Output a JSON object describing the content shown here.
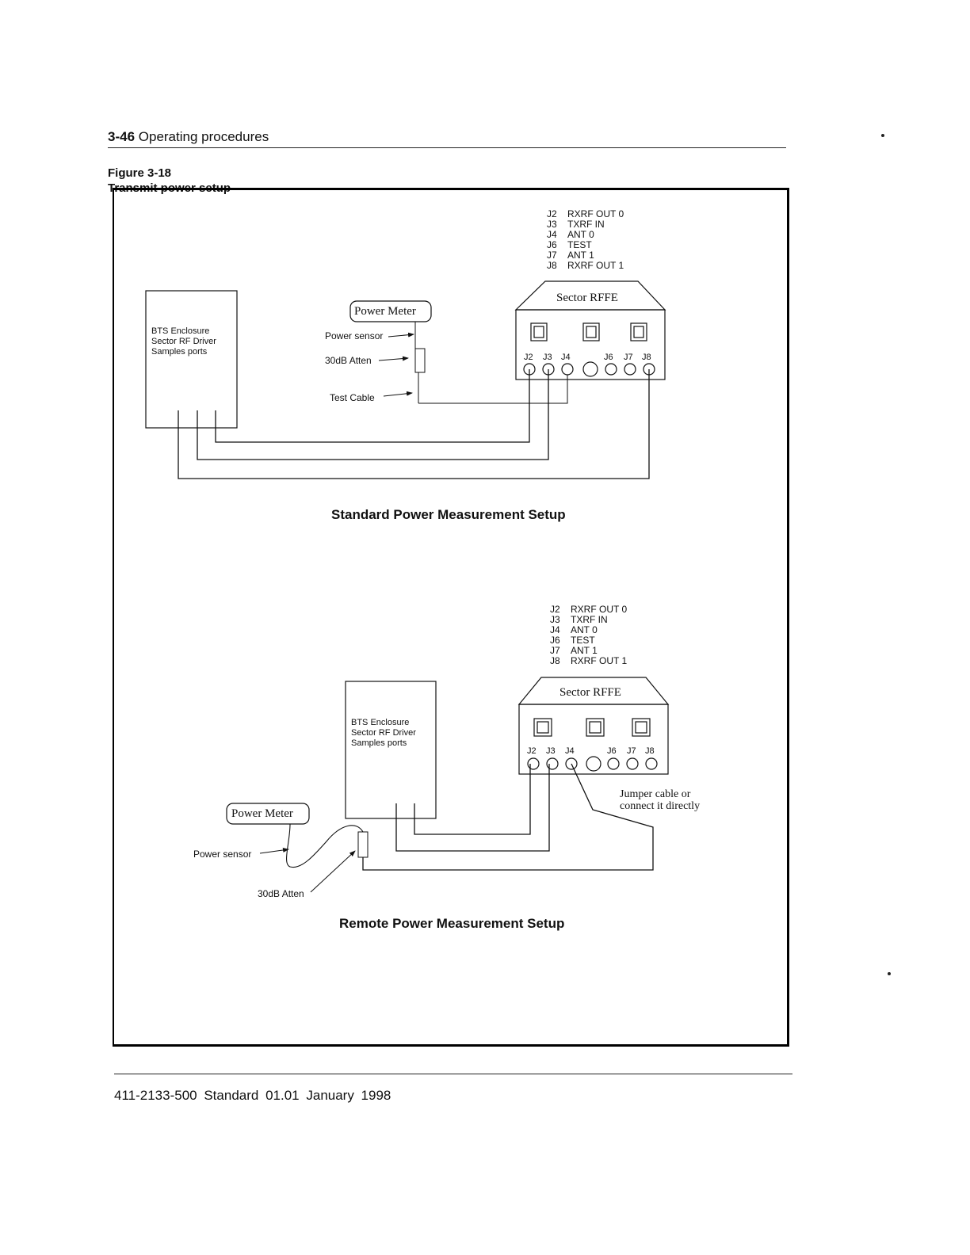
{
  "header": {
    "page_number": "3-46",
    "section_title": "Operating procedures"
  },
  "figure": {
    "number": "Figure 3-18",
    "title": "Transmit power setup"
  },
  "standard_setup": {
    "caption": "Standard Power Measurement Setup",
    "connector_legend": [
      {
        "id": "J2",
        "label": "RXRF OUT 0"
      },
      {
        "id": "J3",
        "label": "TXRF IN"
      },
      {
        "id": "J4",
        "label": "ANT 0"
      },
      {
        "id": "J6",
        "label": "TEST"
      },
      {
        "id": "J7",
        "label": "ANT 1"
      },
      {
        "id": "J8",
        "label": "RXRF OUT 1"
      }
    ],
    "rffe_title": "Sector RFFE",
    "ports": [
      "J2",
      "J3",
      "J4",
      "J6",
      "J7",
      "J8"
    ],
    "bts_lines": [
      "BTS Enclosure",
      "Sector RF Driver",
      "Samples ports"
    ],
    "power_meter": "Power Meter",
    "power_sensor": "Power sensor",
    "atten": "30dB Atten",
    "test_cable": "Test Cable"
  },
  "remote_setup": {
    "caption": "Remote Power Measurement Setup",
    "connector_legend": [
      {
        "id": "J2",
        "label": "RXRF OUT 0"
      },
      {
        "id": "J3",
        "label": "TXRF IN"
      },
      {
        "id": "J4",
        "label": "ANT 0"
      },
      {
        "id": "J6",
        "label": "TEST"
      },
      {
        "id": "J7",
        "label": "ANT 1"
      },
      {
        "id": "J8",
        "label": "RXRF OUT 1"
      }
    ],
    "rffe_title": "Sector RFFE",
    "ports": [
      "J2",
      "J3",
      "J4",
      "J6",
      "J7",
      "J8"
    ],
    "bts_lines": [
      "BTS Enclosure",
      "Sector RF Driver",
      "Samples ports"
    ],
    "power_meter": "Power Meter",
    "power_sensor": "Power sensor",
    "atten": "30dB Atten",
    "jumper_note": [
      "Jumper cable or",
      "connect it directly"
    ]
  },
  "footer": {
    "doc_number": "411-2133-500",
    "status": "Standard",
    "version": "01.01",
    "date": "January 1998"
  }
}
